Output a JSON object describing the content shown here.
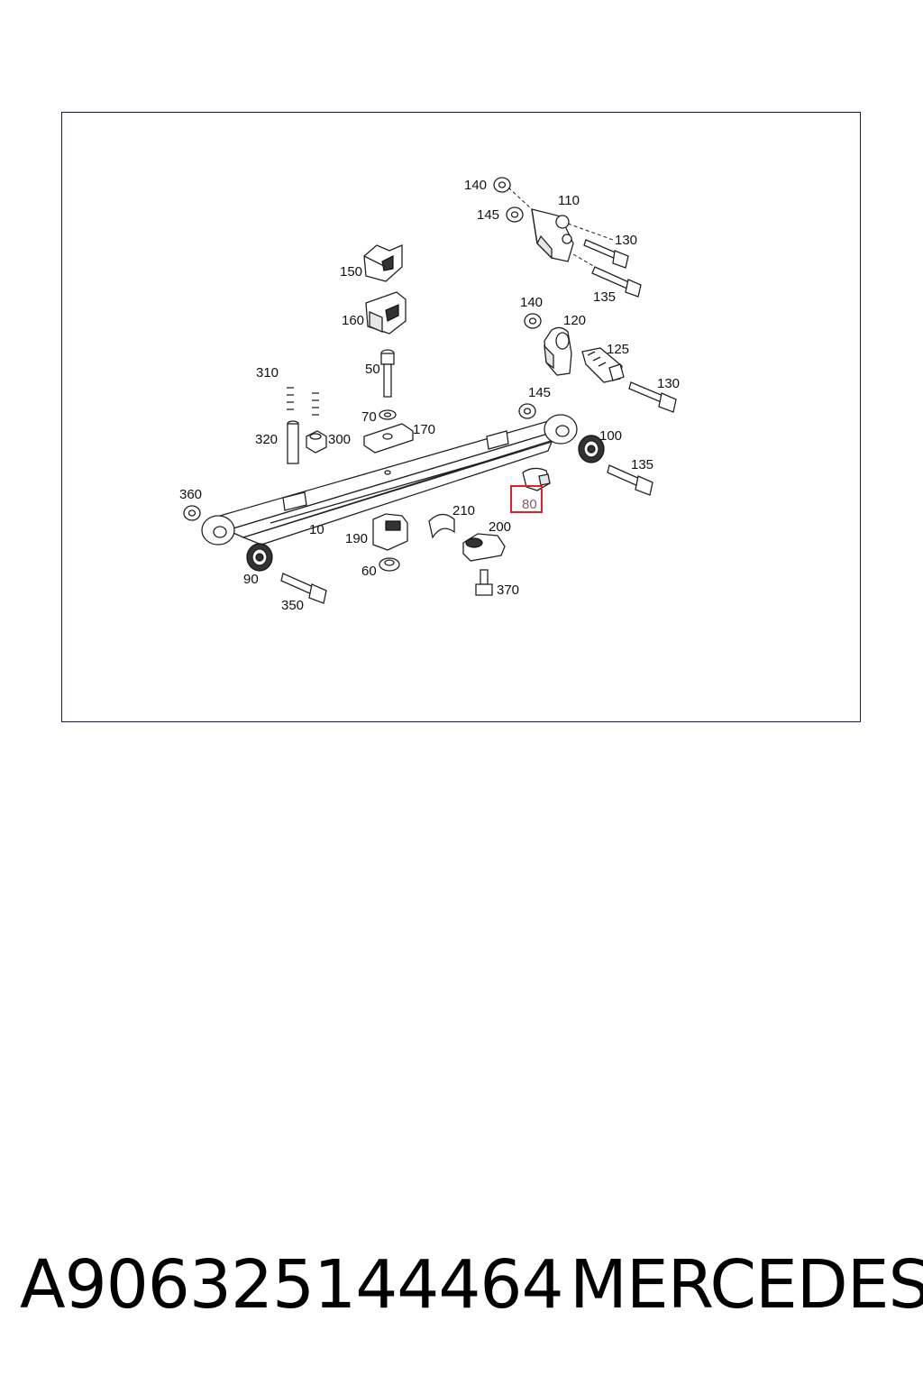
{
  "diagram": {
    "callouts": {
      "c140a": "140",
      "c145a": "145",
      "c110": "110",
      "c130a": "130",
      "c135a": "135",
      "c150": "150",
      "c160": "160",
      "c310": "310",
      "c50": "50",
      "c140b": "140",
      "c120": "120",
      "c125": "125",
      "c130b": "130",
      "c145b": "145",
      "c70": "70",
      "c170": "170",
      "c320": "320",
      "c300": "300",
      "c100": "100",
      "c135b": "135",
      "c360": "360",
      "c80": "80",
      "c10": "10",
      "c210": "210",
      "c200": "200",
      "c190": "190",
      "c90": "90",
      "c60": "60",
      "c370": "370",
      "c350": "350"
    },
    "highlighted_callout": "80",
    "highlight_color": "#e0202a"
  },
  "footer": {
    "part_number": "A906325144464",
    "brand": "MERCEDES"
  }
}
